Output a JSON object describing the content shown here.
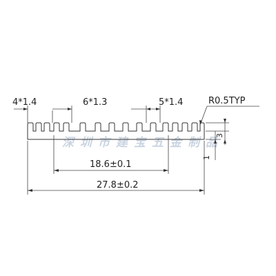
{
  "drawing": {
    "labels": {
      "left_fins": "4*1.4",
      "middle_fins": "6*1.3",
      "right_fins": "5*1.4",
      "radius_note": "R0.5TYP",
      "inner_width": "18.6±0.1",
      "overall_width": "27.8±0.2",
      "fin_height": "3",
      "base_thickness": "1"
    },
    "watermark": "深圳市建宝五金制品"
  }
}
